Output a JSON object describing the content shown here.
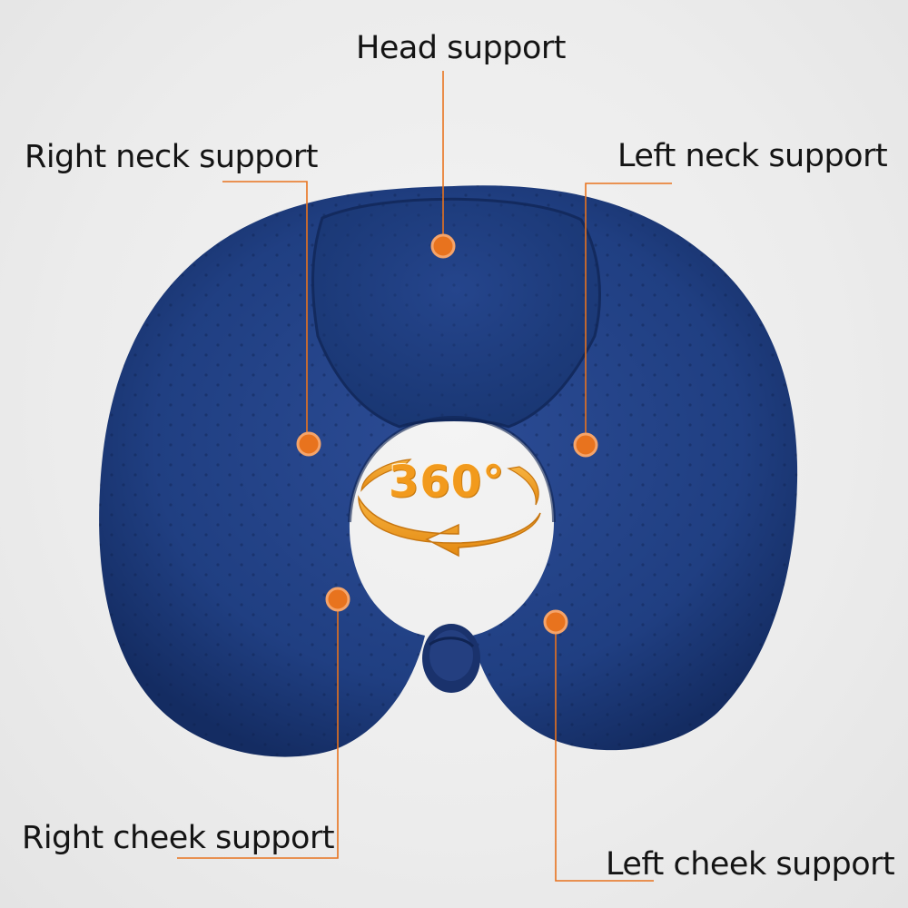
{
  "labels": {
    "head": "Head support",
    "right_neck": "Right neck support",
    "left_neck": "Left neck support",
    "right_cheek": "Right cheek support",
    "left_cheek": "Left cheek support"
  },
  "badge": {
    "text": "360°",
    "icon": "rotation-arrow-icon"
  },
  "colors": {
    "pillow": "#1f3a7a",
    "pillow_dark": "#142a5e",
    "callout": "#e8731e",
    "badge": "#f29a1c",
    "background": "#ececec"
  }
}
